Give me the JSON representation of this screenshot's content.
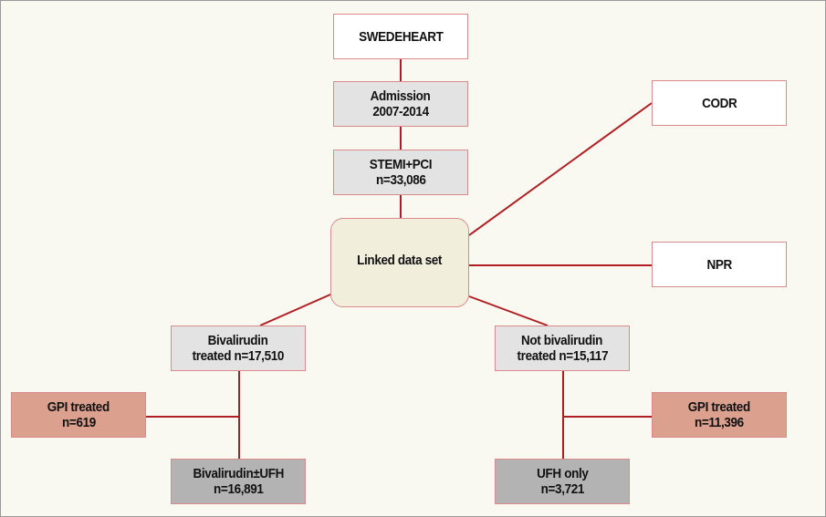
{
  "nodes": {
    "swedeheart": {
      "line1": "SWEDEHEART"
    },
    "admission": {
      "line1": "Admission",
      "line2": "2007-2014"
    },
    "stemi": {
      "line1": "STEMI+PCI",
      "line2": "n=33,086"
    },
    "linked": {
      "line1": "Linked data set"
    },
    "codr": {
      "line1": "CODR"
    },
    "npr": {
      "line1": "NPR"
    },
    "bival": {
      "line1": "Bivalirudin",
      "line2": "treated n=17,510"
    },
    "notbival": {
      "line1": "Not bivalirudin",
      "line2": "treated n=15,117"
    },
    "gpi_left": {
      "line1": "GPI treated",
      "line2": "n=619"
    },
    "gpi_right": {
      "line1": "GPI treated",
      "line2": "n=11,396"
    },
    "bival_ufh": {
      "line1": "Bivalirudin±UFH",
      "line2": "n=16,891"
    },
    "ufh_only": {
      "line1": "UFH only",
      "line2": "n=3,721"
    }
  },
  "colors": {
    "line": "#b01e23",
    "border": "#d98a8a",
    "salmon": "#dba08e",
    "grey": "#e3e3e3",
    "dark": "#b3b3b3",
    "linked": "#f2eedc"
  }
}
